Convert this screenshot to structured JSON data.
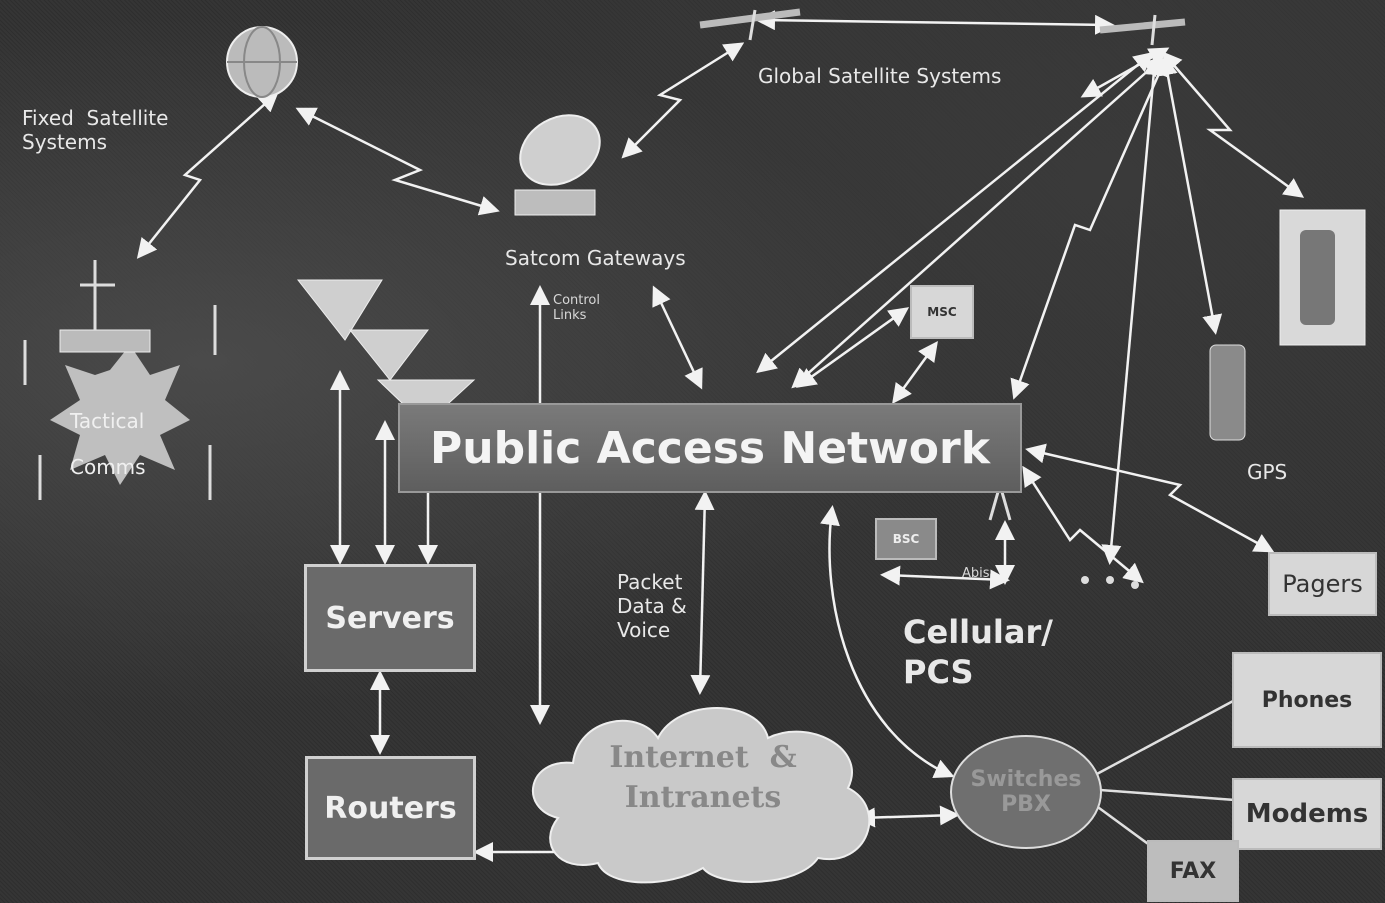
{
  "labels": {
    "global_satellite": "Global Satellite Systems",
    "fixed_satellite": "Fixed  Satellite\nSystems",
    "satcom_gateways": "Satcom Gateways",
    "control_links": "Control\nLinks",
    "tactical_comms": "Tactical\nComms",
    "gps": "GPS",
    "packet_data_voice": "Packet\nData &\nVoice",
    "cellular_pcs": "Cellular/\nPCS",
    "abis": "Abis",
    "bsc": "BSC",
    "msc": "MSC"
  },
  "nodes": {
    "public_access_network": "Public Access Network",
    "servers": "Servers",
    "routers": "Routers",
    "internet": "Internet  &\nIntranets",
    "switches": "Switches\nPBX",
    "pagers": "Pagers",
    "phones": "Phones",
    "modems": "Modems",
    "fax": "FAX"
  },
  "colors": {
    "background": "#2f2f2f",
    "wire": "#f2f2f2",
    "box_fill": "#6a6a6a",
    "light_box": "#d7d7d7"
  }
}
